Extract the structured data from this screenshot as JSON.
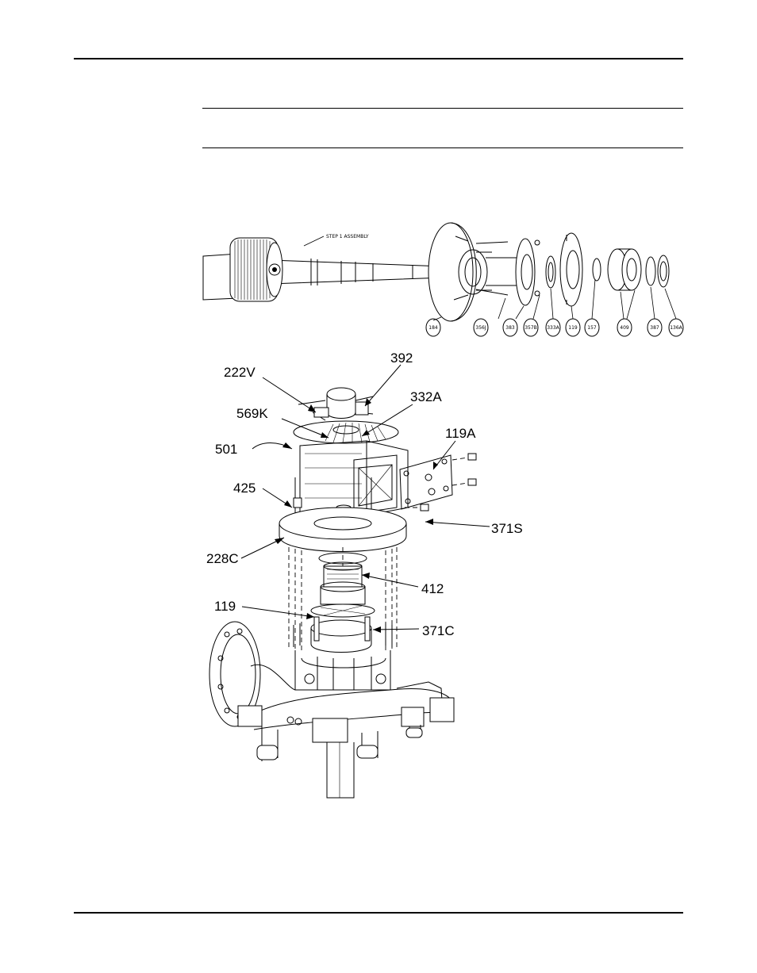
{
  "figure": {
    "step_label": "STEP 1 ASSEMBLY",
    "top_part_numbers": [
      "184",
      "356J",
      "383",
      "357B",
      "333A",
      "119",
      "157",
      "409",
      "387",
      "136A"
    ],
    "callouts": {
      "c222V": "222V",
      "c392": "392",
      "c332A": "332A",
      "c569K": "569K",
      "c119A": "119A",
      "c501": "501",
      "c425": "425",
      "c371S": "371S",
      "c228C": "228C",
      "c412": "412",
      "c119": "119",
      "c371C": "371C"
    }
  }
}
